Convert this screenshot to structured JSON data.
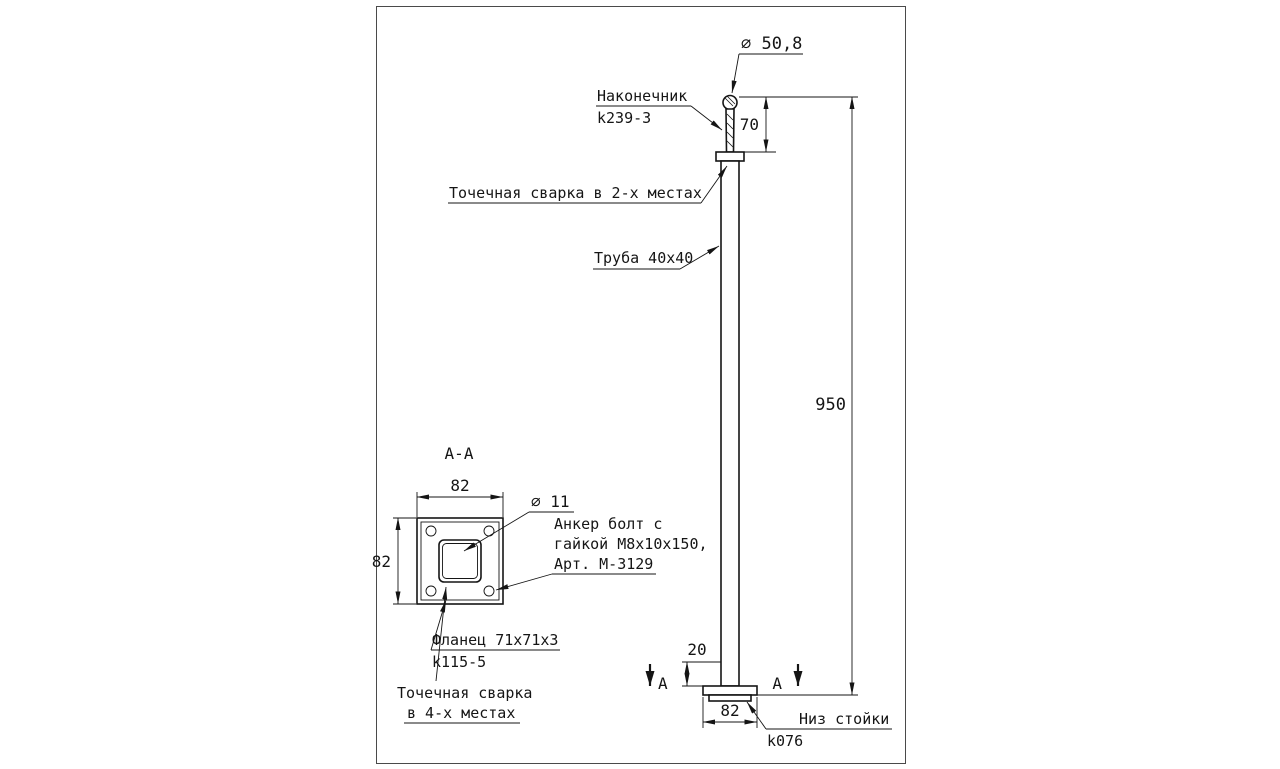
{
  "sheet": {
    "main_view": {
      "labels": {
        "tip_diameter": "∅ 50,8",
        "tip_name": "Наконечник",
        "tip_code": "k239-3",
        "spot_weld_2": "Точечная сварка в 2-х местах",
        "tube": "Труба 40х40",
        "bottom_name": "Низ стойки",
        "bottom_code": "k076"
      },
      "dimensions": {
        "tip_height": "70",
        "total_height": "950",
        "plate_offset": "20",
        "base_width": "82"
      },
      "section_marks": {
        "left": "А",
        "right": "А"
      }
    },
    "section_view": {
      "title": "А-А",
      "dimensions": {
        "width": "82",
        "height": "82"
      },
      "labels": {
        "hole_diameter": "∅ 11",
        "anchor_line1": "Анкер болт с",
        "anchor_line2": "гайкой М8х10х150,",
        "anchor_line3": "Арт. М-3129",
        "flange_line1": "Фланец 71х71х3",
        "flange_line2": "k115-5",
        "weld_line1": "Точечная сварка",
        "weld_line2": "в 4-х местах"
      }
    },
    "colors": {
      "line": "#151515",
      "background": "#ffffff"
    }
  }
}
